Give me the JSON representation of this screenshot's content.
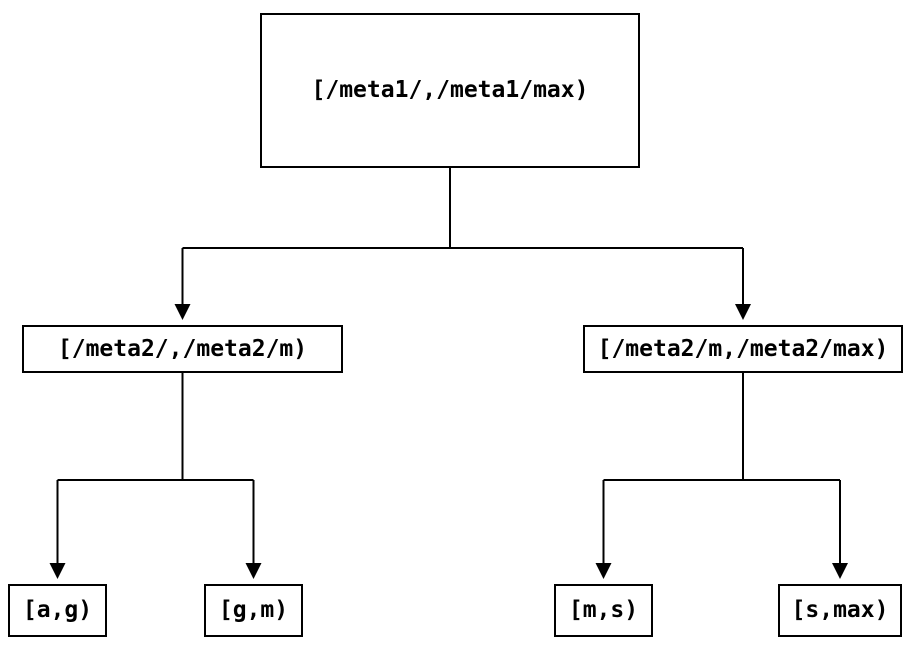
{
  "diagram": {
    "type": "tree",
    "colors": {
      "background": "#ffffff",
      "line": "#000000",
      "text": "#000000"
    },
    "nodes": {
      "root": {
        "label": "[/meta1/,/meta1/max)"
      },
      "meta2_low": {
        "label": "[/meta2/,/meta2/m)"
      },
      "meta2_high": {
        "label": "[/meta2/m,/meta2/max)"
      },
      "range_ag": {
        "label": "[a,g)"
      },
      "range_gm": {
        "label": "[g,m)"
      },
      "range_ms": {
        "label": "[m,s)"
      },
      "range_smax": {
        "label": "[s,max)"
      }
    },
    "edges": [
      {
        "from": "root",
        "to": "meta2_low"
      },
      {
        "from": "root",
        "to": "meta2_high"
      },
      {
        "from": "meta2_low",
        "to": "range_ag"
      },
      {
        "from": "meta2_low",
        "to": "range_gm"
      },
      {
        "from": "meta2_high",
        "to": "range_ms"
      },
      {
        "from": "meta2_high",
        "to": "range_smax"
      }
    ]
  }
}
